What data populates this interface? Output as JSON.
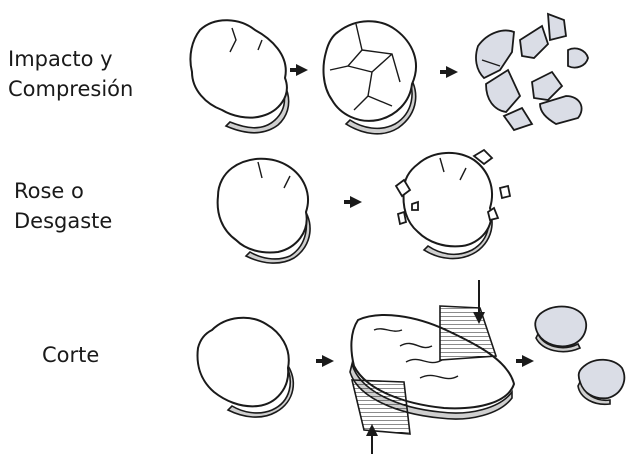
{
  "rows": [
    {
      "label": "Impacto y\nCompresión"
    },
    {
      "label": "Rose o\nDesgaste"
    },
    {
      "label": "Corte"
    }
  ]
}
